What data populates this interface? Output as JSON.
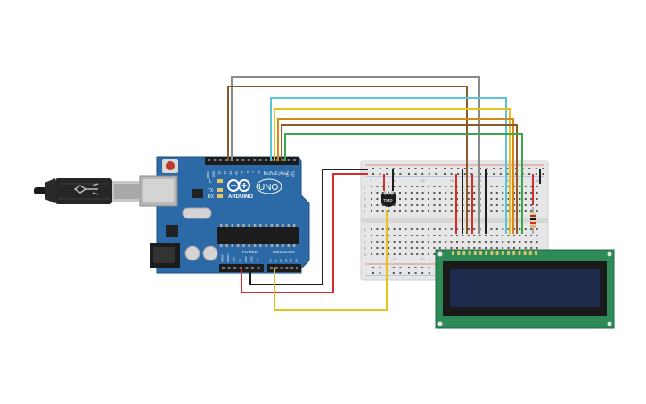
{
  "arduino": {
    "brand": "ARDUINO",
    "model": "UNO",
    "digital_header_label": "DIGITAL (PWM ~)",
    "power_label": "POWER",
    "analog_label": "ANALOG IN",
    "led_labels": [
      "L",
      "TX",
      "RX"
    ],
    "top_pin_labels": [
      "AREF",
      "GND",
      "13",
      "12",
      "~11",
      "~10",
      "~9",
      "8",
      "7",
      "~6",
      "~5",
      "4",
      "~3",
      "2",
      "TX 1",
      "RX 0"
    ],
    "power_pin_labels": [
      "IOREF",
      "RESET",
      "3.3V",
      "5V",
      "GND",
      "GND",
      "Vin"
    ],
    "analog_pin_labels": [
      "A0",
      "A1",
      "A2",
      "A3",
      "A4",
      "A5"
    ],
    "board_color": "#2b6aa6"
  },
  "sensor": {
    "label": "TMP"
  },
  "breadboard": {
    "column_numbers": [
      "1",
      "5",
      "10",
      "15",
      "20",
      "25",
      "30"
    ],
    "row_letters_top": [
      "j",
      "i",
      "h",
      "g",
      "f"
    ],
    "row_letters_bottom": [
      "e",
      "d",
      "c",
      "b",
      "a"
    ]
  },
  "lcd": {
    "pcb_color": "#2e8b57",
    "screen_color": "#1f2b4d"
  },
  "wire_colors": {
    "red": "#d42b2b",
    "black": "#1e1e1e",
    "yellow": "#e8c21a",
    "orange": "#d8881a",
    "brown": "#8b5a2b",
    "cyan": "#5bc3d8",
    "green": "#3aa845",
    "gray": "#8a8a8a"
  }
}
